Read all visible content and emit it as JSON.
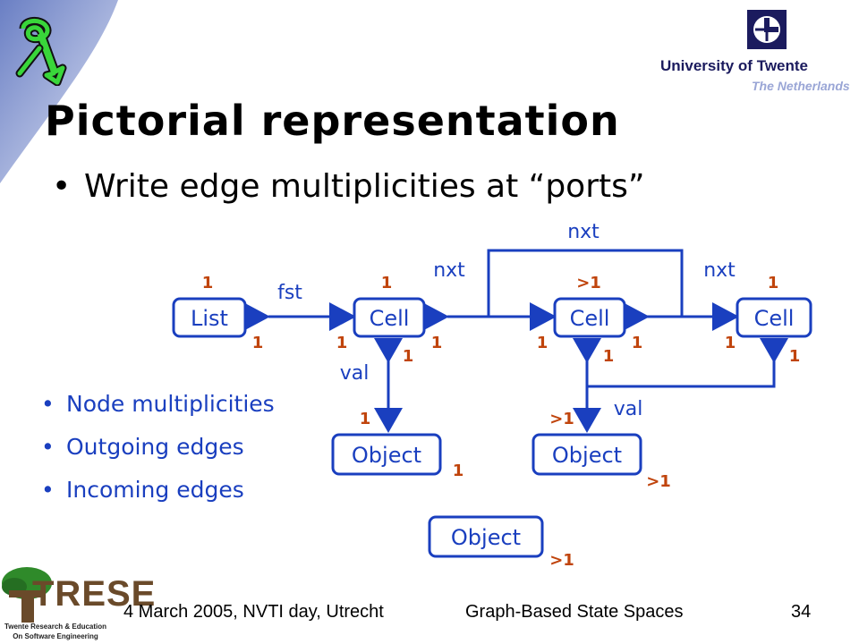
{
  "colors": {
    "node": "#1a3fbf",
    "multiplicity": "#c0440c",
    "text": "#000000",
    "swoosh": "#8090c8"
  },
  "header": {
    "university_name": "University of Twente",
    "university_country": "The Netherlands"
  },
  "title": "Pictorial representation",
  "bullet_main": "Write edge multiplicities at “ports”",
  "sub_bullets": [
    "Node multiplicities",
    "Outgoing edges",
    "Incoming edges"
  ],
  "diagram": {
    "nodes": {
      "list": "List",
      "cell1": "Cell",
      "cell2": "Cell",
      "cell3": "Cell",
      "object1": "Object",
      "object2": "Object",
      "object3": "Object"
    },
    "edges": {
      "fst": "fst",
      "nxt_top": "nxt",
      "nxt_left": "nxt",
      "nxt_right": "nxt",
      "val_left": "val",
      "val_right": "val"
    },
    "multiplicities": {
      "list_node": "1",
      "list_fst_out": "1",
      "cell1_node": "1",
      "cell1_fst_in": "1",
      "cell1_nxt_out": "1",
      "cell1_val_out": "1",
      "cell2_node": ">1",
      "cell2_nxt_in": "1",
      "cell2_nxt_out": "1",
      "cell2_val_out": "1",
      "cell3_node": "1",
      "cell3_nxt_in": "1",
      "cell3_val_out": "1",
      "object1_val_in": "1",
      "object1_node": "1",
      "object2_val_in": ">1",
      "object2_node": ">1",
      "object3_node": ">1"
    }
  },
  "footer": {
    "date_venue": "4 March 2005, NVTI day, Utrecht",
    "talk_title": "Graph-Based State Spaces",
    "page_number": "34"
  },
  "trese_logo": {
    "word": "TRESE",
    "line1": "Twente Research & Education",
    "line2": "On Software Engineering"
  }
}
